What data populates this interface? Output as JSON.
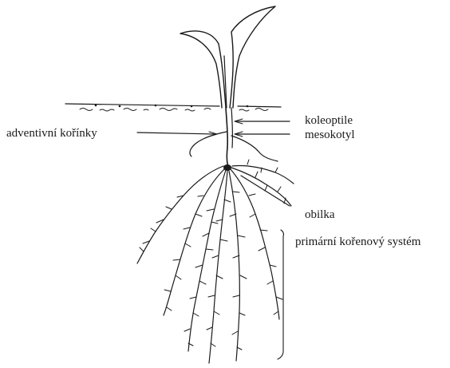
{
  "diagram": {
    "labels": {
      "adventitious_roots": "adventivní kořínky",
      "coleoptile": "koleoptile",
      "mesocotyl": "mesokotyl",
      "seed": "obilka",
      "primary_root_system": "primární kořenový systém"
    },
    "colors": {
      "ink": "#1a1a1a",
      "background": "#ffffff"
    }
  }
}
